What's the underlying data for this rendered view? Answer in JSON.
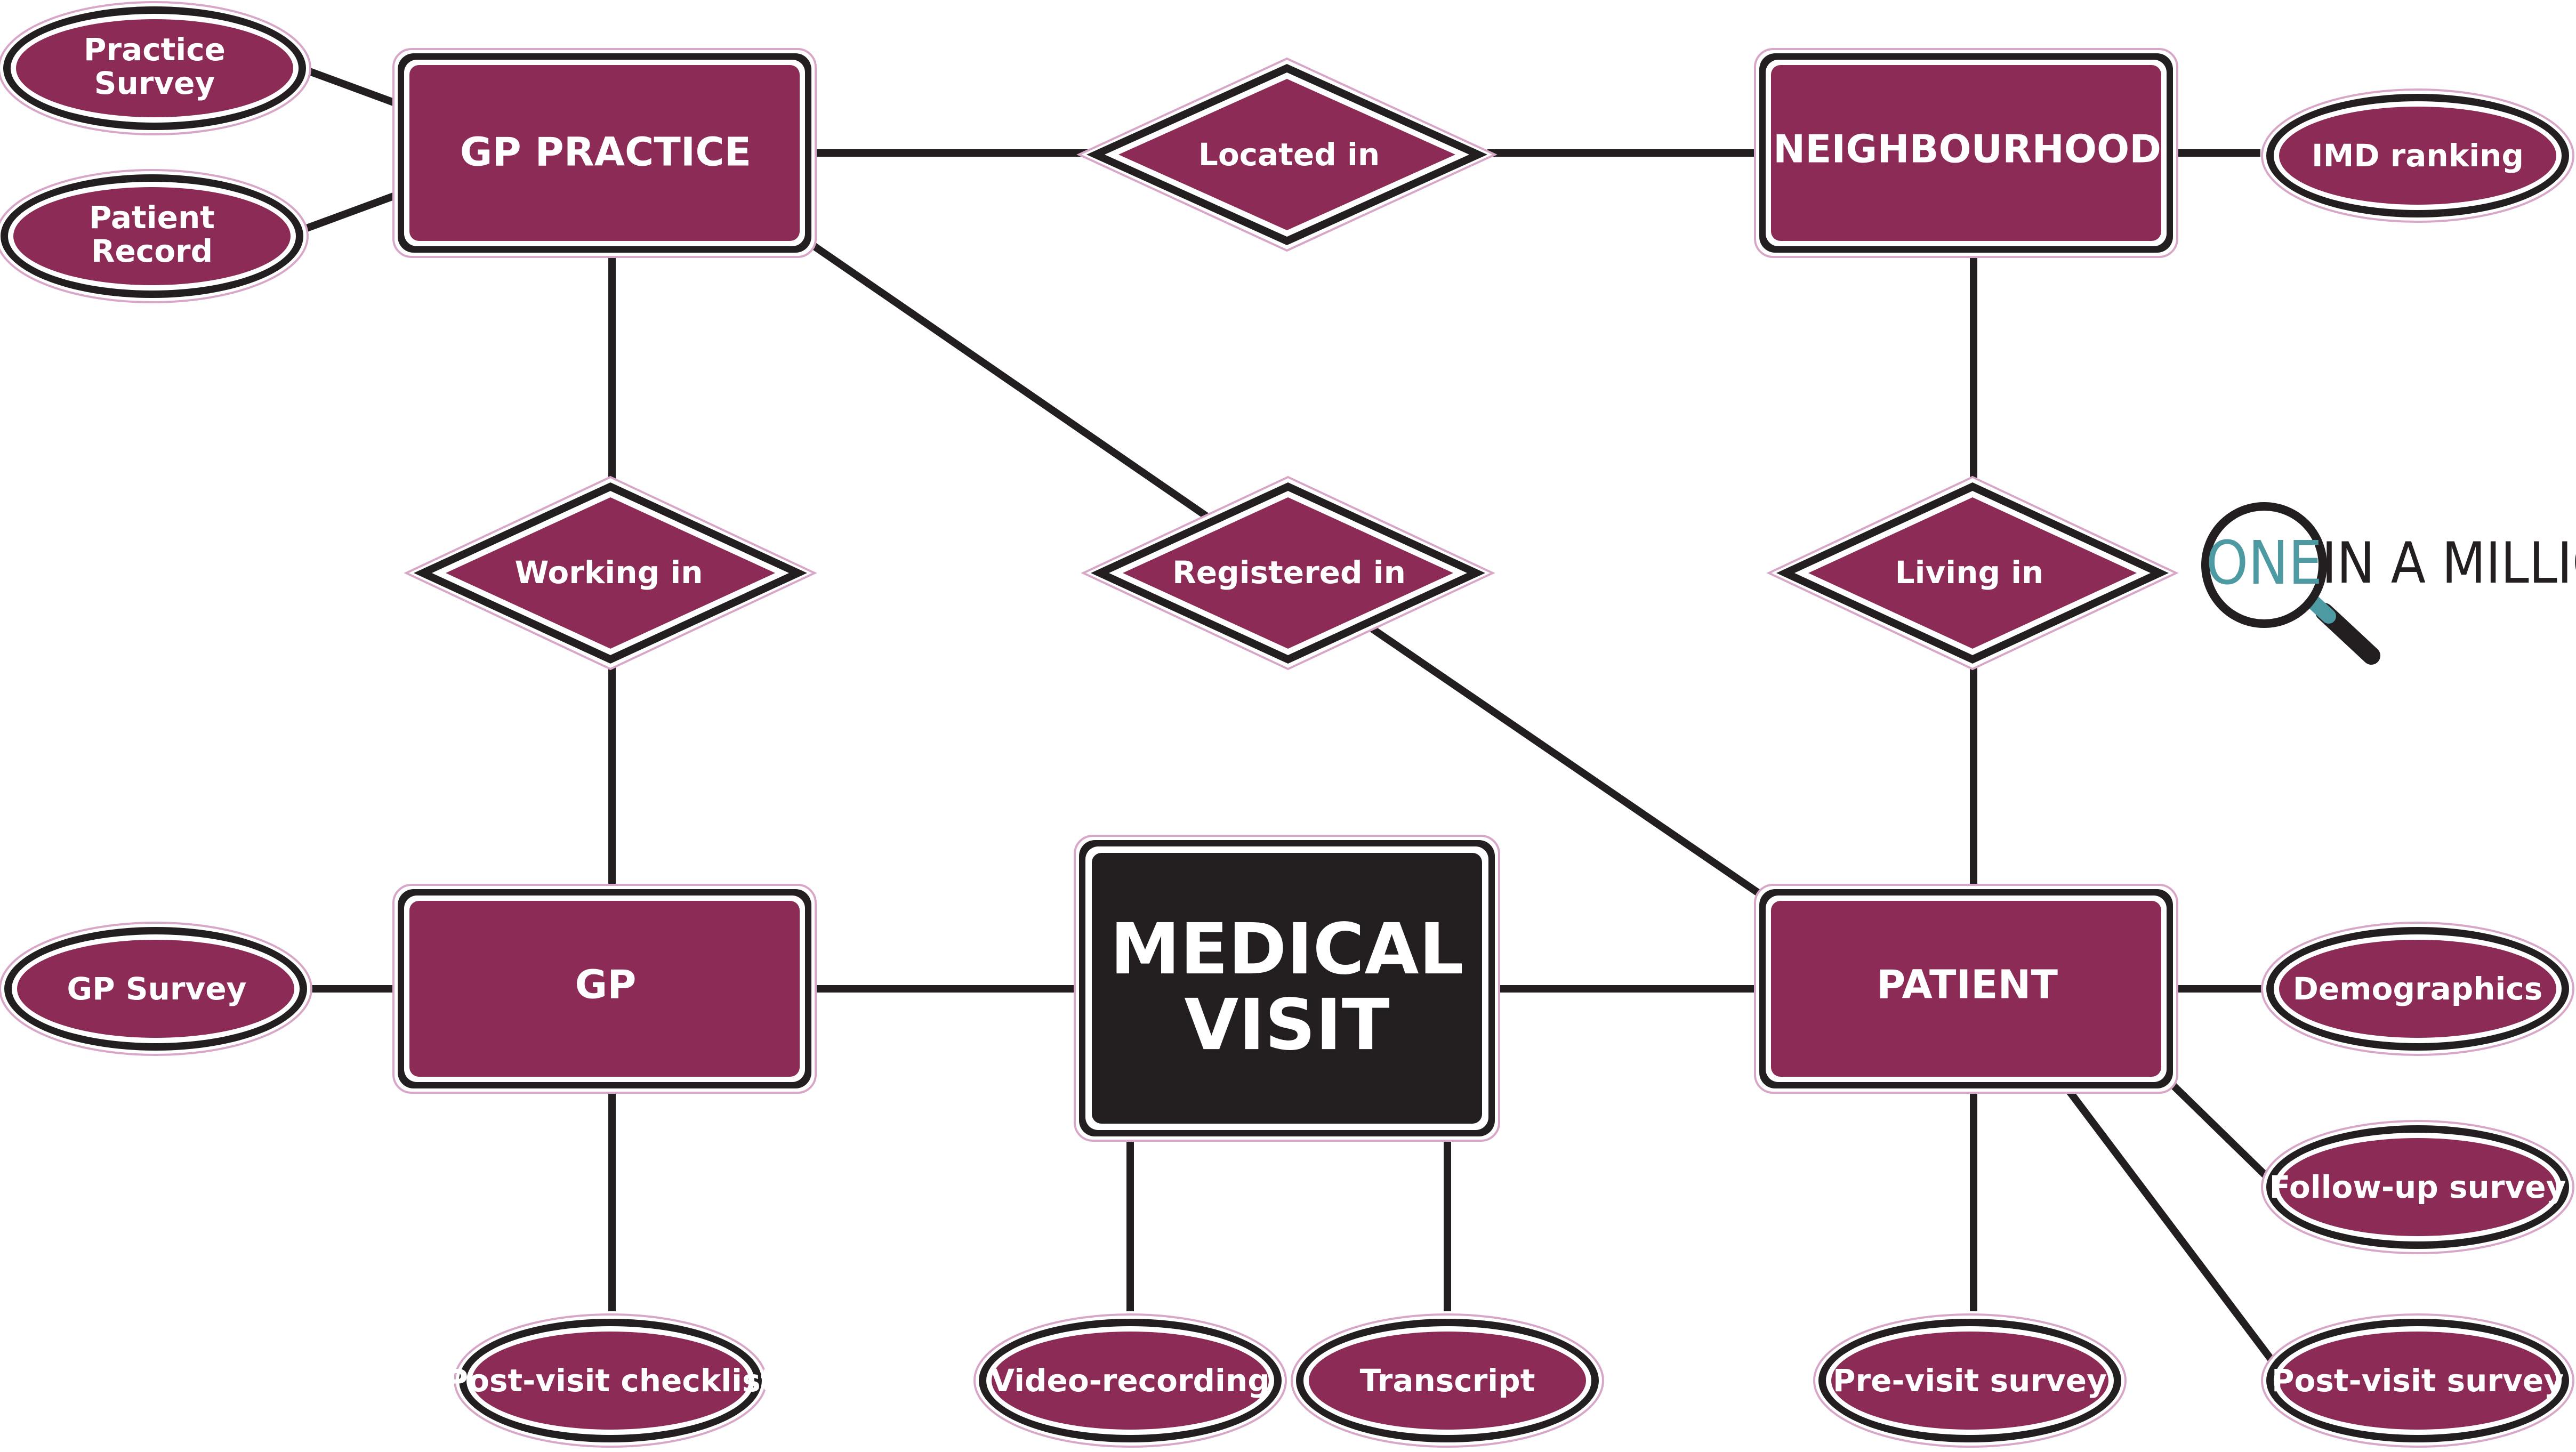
{
  "entities": {
    "gp_practice": "GP PRACTICE",
    "neighbourhood": "NEIGHBOURHOOD",
    "gp": "GP",
    "patient": "PATIENT",
    "medical_visit_line1": "MEDICAL",
    "medical_visit_line2": "VISIT"
  },
  "relationships": {
    "located_in": "Located in",
    "working_in": "Working in",
    "registered_in": "Registered in",
    "living_in": "Living in"
  },
  "attributes": {
    "practice_survey_line1": "Practice",
    "practice_survey_line2": "Survey",
    "patient_record_line1": "Patient",
    "patient_record_line2": "Record",
    "imd_ranking": "IMD ranking",
    "gp_survey": "GP Survey",
    "demographics": "Demographics",
    "follow_up_survey": "Follow-up survey",
    "post_visit_checklist": "Post-visit checklist",
    "video_recording": "Video-recording",
    "transcript": "Transcript",
    "pre_visit_survey": "Pre-visit survey",
    "post_visit_survey": "Post-visit survey"
  },
  "logo": {
    "one": "ONE",
    "rest": "IN A MILLION",
    "icon": "magnifying-glass-icon"
  },
  "colors": {
    "entity_fill": "#8b2b56",
    "central_fill": "#231f20",
    "outline": "#231f20",
    "logo_accent": "#4d9aa3"
  }
}
